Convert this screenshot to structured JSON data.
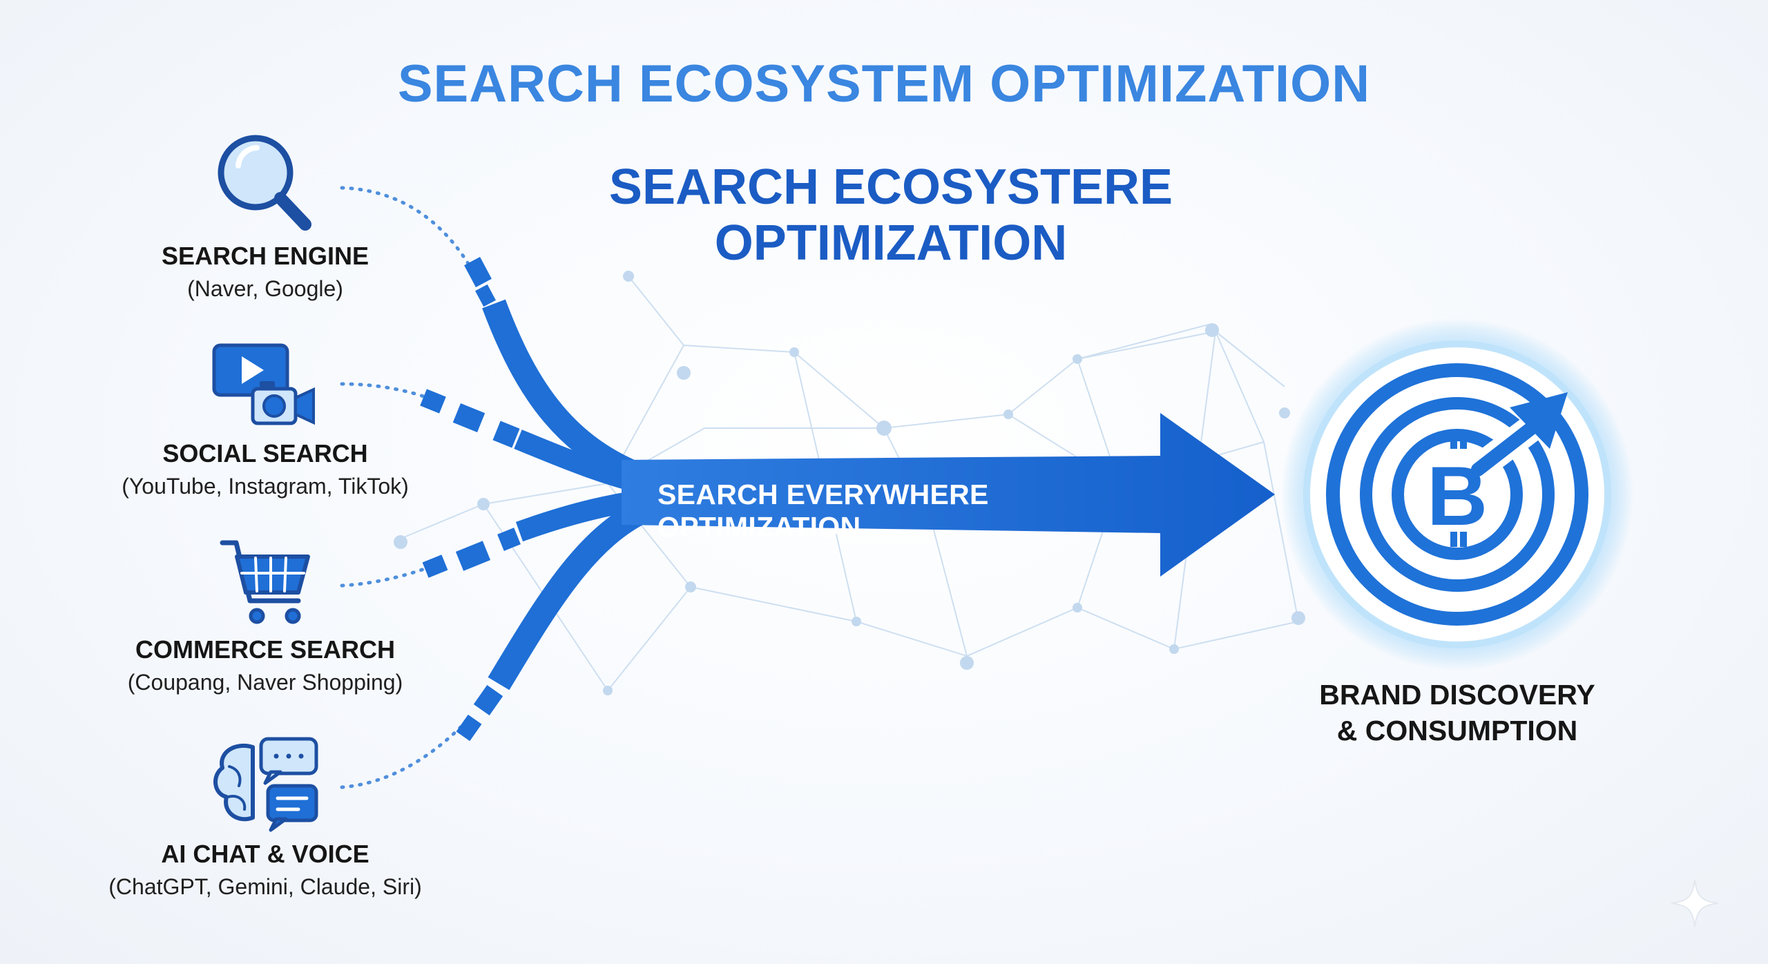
{
  "diagram": {
    "title_top": "SEARCH ECOSYSTEM OPTIMIZATION",
    "title_mid_line1": "SEARCH ECOSYSTERE",
    "title_mid_line2": "OPTIMIZATION",
    "sources": [
      {
        "name": "SEARCH ENGINE",
        "examples": "(Naver, Google)",
        "icon": "magnifier-icon"
      },
      {
        "name": "SOCIAL SEARCH",
        "examples": "(YouTube, Instagram, TikTok)",
        "icon": "video-camera-icon"
      },
      {
        "name": "COMMERCE SEARCH",
        "examples": "(Coupang, Naver Shopping)",
        "icon": "shopping-cart-icon"
      },
      {
        "name": "AI CHAT & VOICE",
        "examples": "(ChatGPT, Gemini, Claude, Siri)",
        "icon": "brain-chat-icon"
      }
    ],
    "arrow_label": "SEARCH EVERYWHERE OPTIMIZATION",
    "target": {
      "line1": "BRAND DISCOVERY",
      "line2": "& CONSUMPTION",
      "icon": "brand-target-icon",
      "icon_letter": "B"
    },
    "colors": {
      "primary": "#1f6fd6",
      "dark": "#1b5cc4",
      "light": "#3a86e0",
      "icon_fill": "#cfe6fb"
    }
  }
}
